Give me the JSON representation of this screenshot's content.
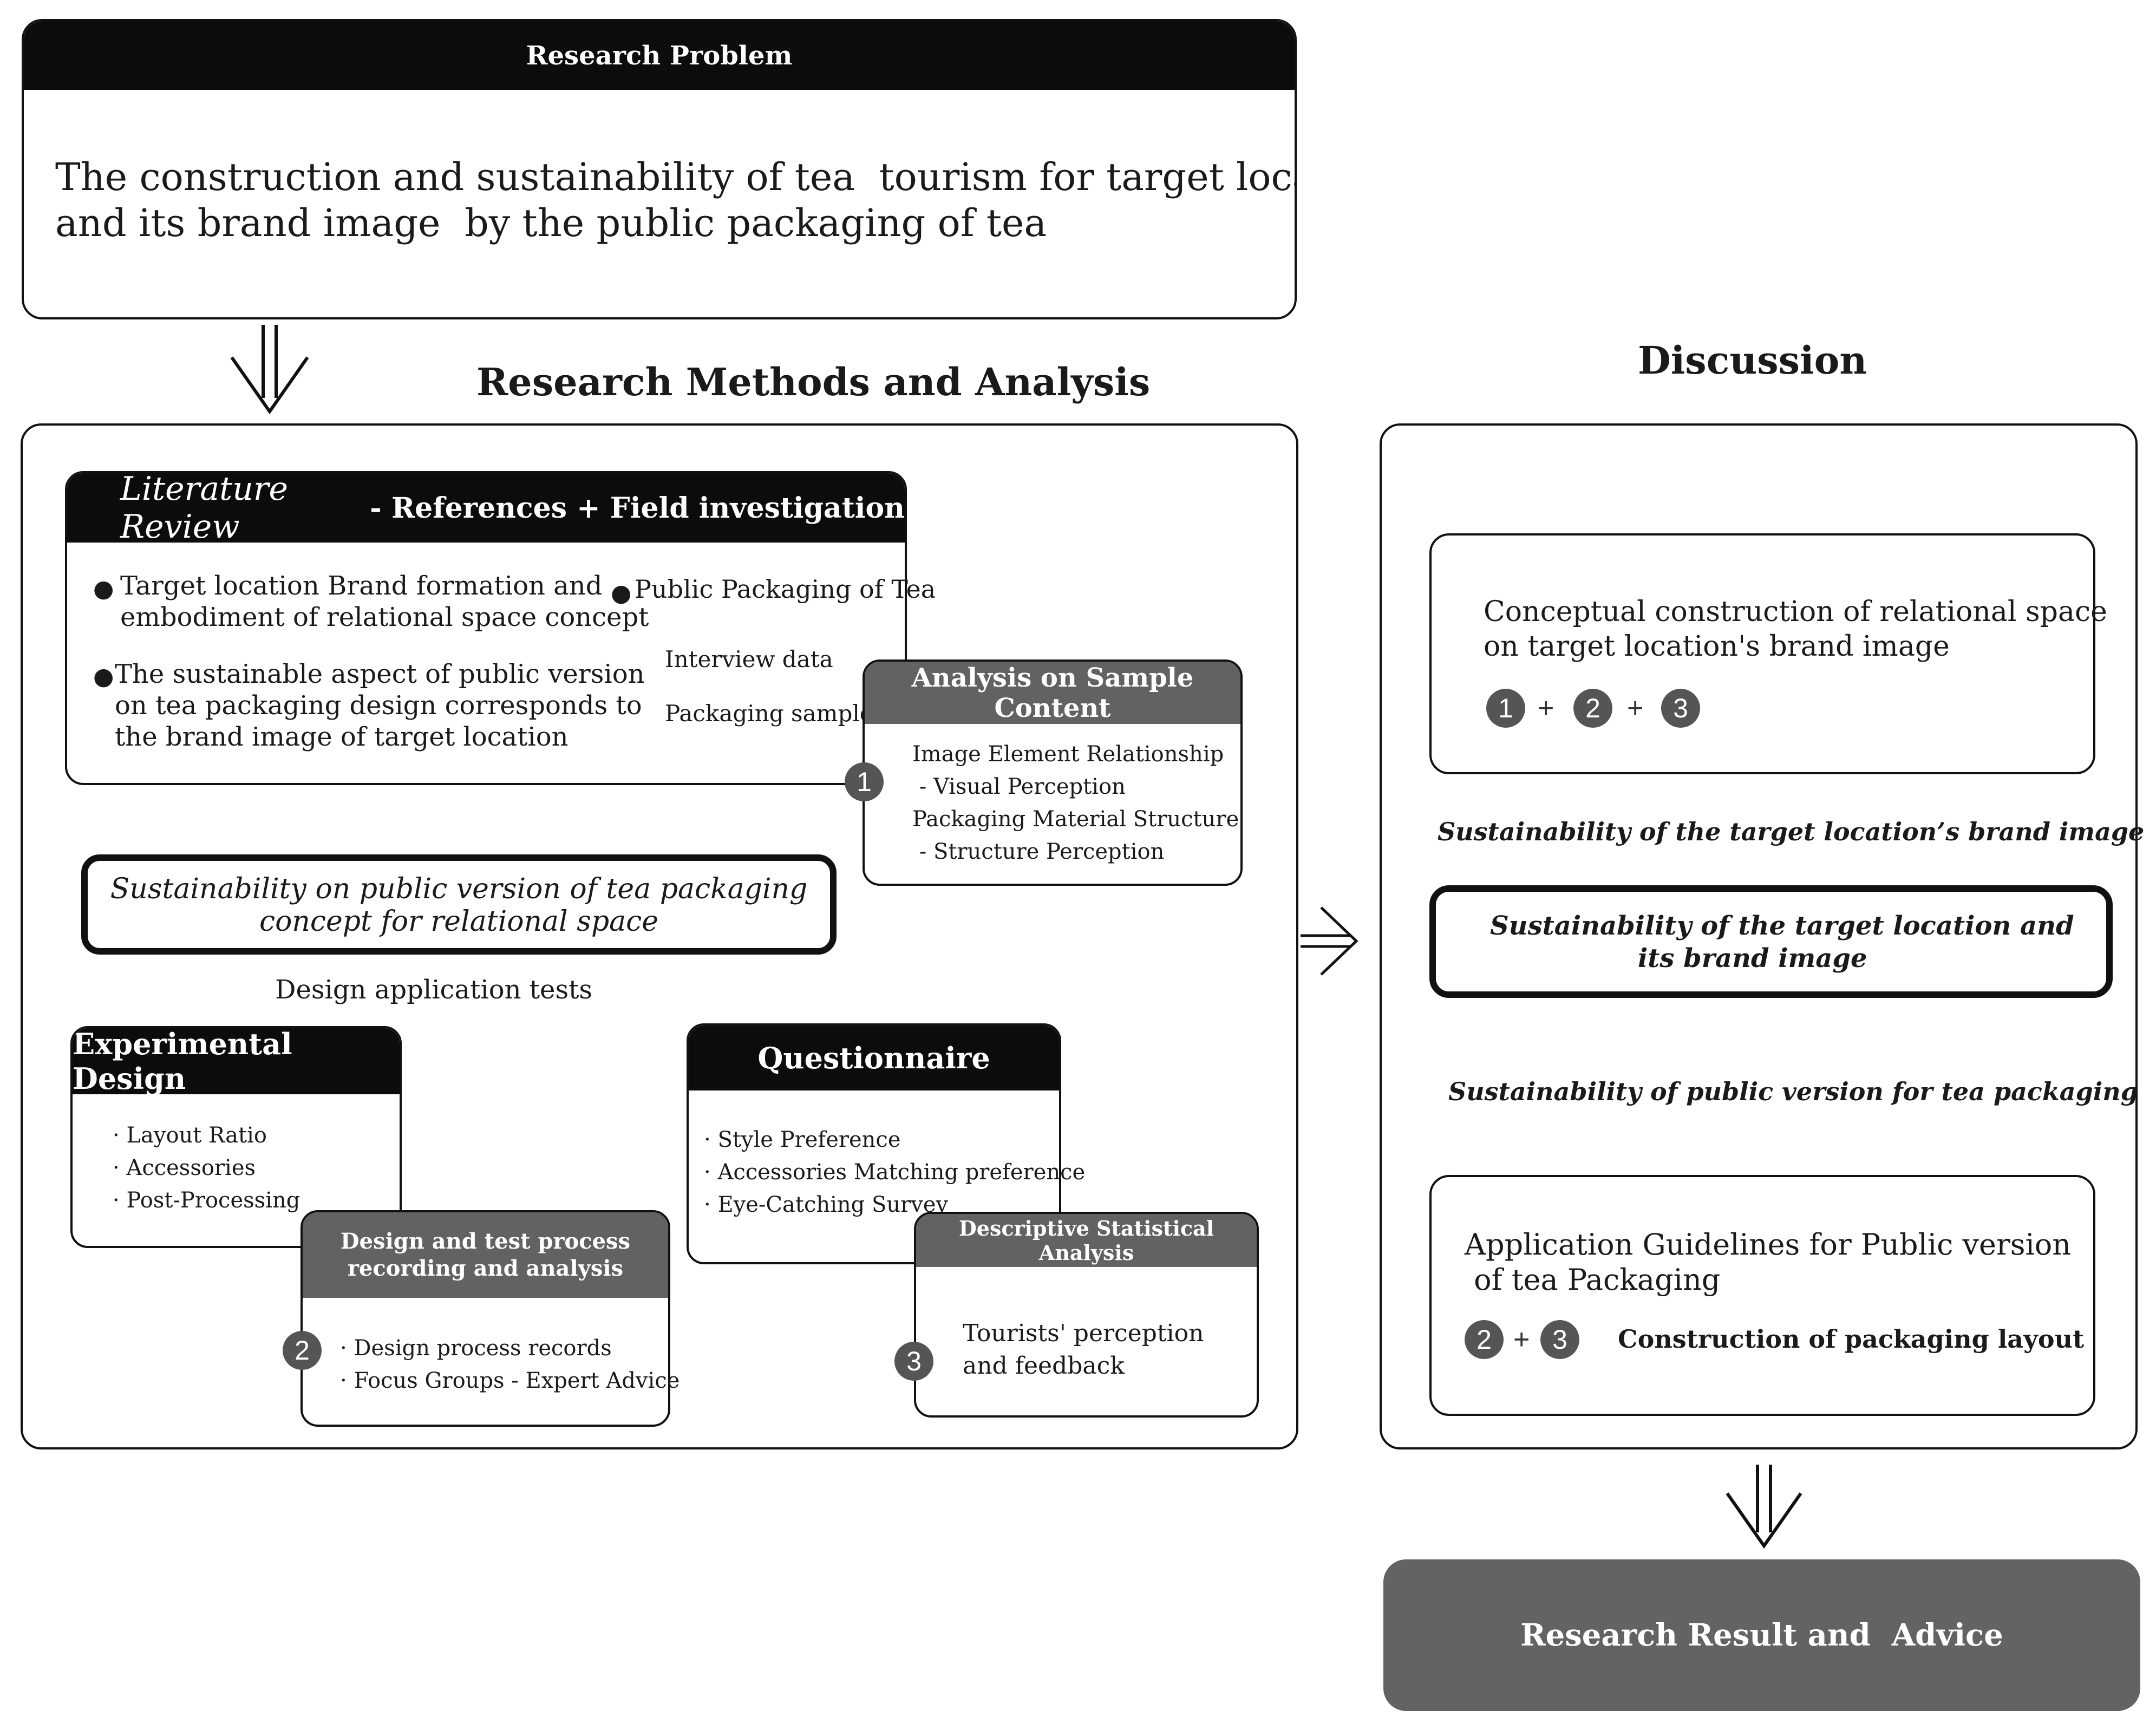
{
  "research_problem": {
    "header": "Research Problem",
    "text_line1": "The construction and sustainability of tea  tourism for target location",
    "text_line2": "and its brand image  by the public packaging of tea"
  },
  "methods": {
    "title": "Research Methods and Analysis",
    "literature_review": {
      "title_italic": "Literature Review",
      "title_rest": " - References + Field investigation",
      "bullet1_line1": "Target location Brand formation and",
      "bullet1_line2": "embodiment of relational space concept",
      "bullet2_line1": "The sustainable aspect of public version",
      "bullet2_line2": "on tea packaging design corresponds to",
      "bullet2_line3": "the brand image of target location",
      "bullet3": "Public Packaging of Tea",
      "sub1": "Interview data",
      "sub2": "Packaging sample"
    },
    "analysis_sample": {
      "title": "Analysis on Sample Content",
      "line1": "Image Element Relationship",
      "line2": " - Visual Perception",
      "line3": "Packaging Material Structure",
      "line4": " - Structure Perception",
      "badge": "1"
    },
    "sustainability_concept": {
      "line1": "Sustainability on public version of tea packaging",
      "line2": "concept for relational space"
    },
    "design_application_tests": "Design application tests",
    "experimental_design": {
      "title": "Experimental Design",
      "items": [
        "Layout Ratio",
        "Accessories",
        "Post-Processing"
      ]
    },
    "design_test_process": {
      "title_line1": "Design and test process",
      "title_line2": "recording and analysis",
      "items": [
        "Design process records",
        "Focus Groups - Expert Advice"
      ],
      "badge": "2"
    },
    "questionnaire": {
      "title": "Questionnaire",
      "items": [
        "Style Preference",
        "Accessories Matching preference",
        "Eye-Catching Survey"
      ]
    },
    "descriptive_analysis": {
      "title": "Descriptive Statistical Analysis",
      "line1": "Tourists' perception",
      "line2": "and feedback",
      "badge": "3"
    }
  },
  "discussion": {
    "title": "Discussion",
    "conceptual": {
      "line1": "Conceptual construction of relational space",
      "line2": "on target location's brand image",
      "badges": [
        "1",
        "2",
        "3"
      ],
      "plus": "+"
    },
    "label_brand_image": "Sustainability of the target location’s brand image",
    "central": {
      "line1": "Sustainability of the target location and",
      "line2": "its brand image"
    },
    "label_public_version": "Sustainability of public version for tea packaging",
    "guidelines": {
      "line1": "Application Guidelines for Public version",
      "line2": " of tea Packaging",
      "badges": [
        "2",
        "3"
      ],
      "plus": "+",
      "bold_text": "Construction of packaging layout"
    }
  },
  "result": {
    "label": "Research Result and  Advice"
  },
  "bullet_dot": "·"
}
